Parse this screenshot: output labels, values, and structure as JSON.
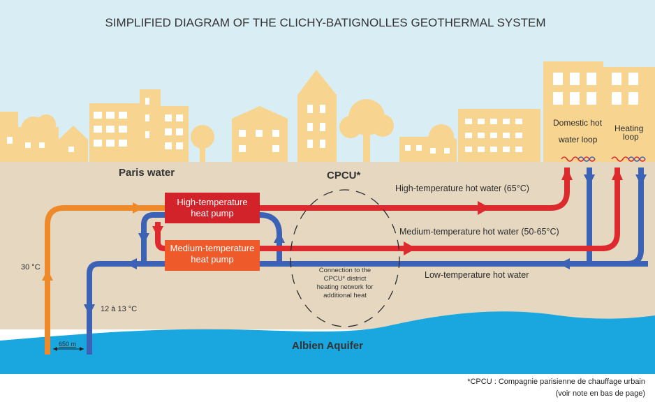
{
  "title": "SIMPLIFIED DIAGRAM OF THE CLICHY-BATIGNOLLES GEOTHERMAL SYSTEM",
  "labels": {
    "paris_water": "Paris water",
    "cpcu": "CPCU*",
    "albien_aquifer": "Albien Aquifer",
    "temp_30": "30 °C",
    "temp_12_13": "12 à 13 °C",
    "distance": "650 m",
    "high_temp_water": "High-temperature hot water (65°C)",
    "medium_temp_water": "Medium-temperature hot water (50-65°C)",
    "low_temp_water": "Low-temperature hot water",
    "domestic_hot_line1": "Domestic hot",
    "domestic_hot_line2": "water loop",
    "heating_line1": "Heating",
    "heating_line2": "loop",
    "connection_line1": "Connection to the",
    "connection_line2": "CPCU* district",
    "connection_line3": "heating network for",
    "connection_line4": "additional heat"
  },
  "boxes": {
    "high_pump_line1": "High-temperature",
    "high_pump_line2": "heat pump",
    "medium_pump_line1": "Medium-temperature",
    "medium_pump_line2": "heat pump"
  },
  "footnote": {
    "line1": "*CPCU : Compagnie parisienne de chauffage urbain",
    "line2": "(voir note en bas de page)"
  },
  "colors": {
    "sky": "#d9eef4",
    "ground": "#e6d8c0",
    "water": "#1aa7e0",
    "buildings": "#f7d490",
    "orange_pipe": "#ef8a2a",
    "red_pipe": "#dc2a2f",
    "blue_pipe": "#3b62b4",
    "high_pump_box": "#d2232a",
    "medium_pump_box": "#ef5a2b"
  }
}
